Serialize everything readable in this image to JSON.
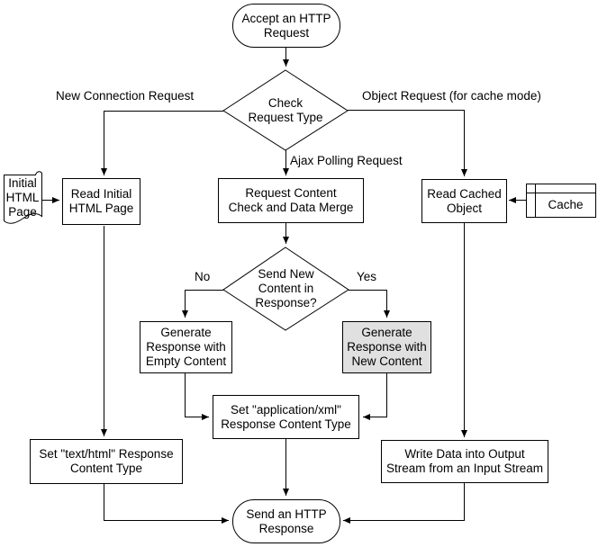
{
  "nodes": {
    "accept": {
      "label": "Accept an HTTP\nRequest",
      "shape": "terminator"
    },
    "check_request_type": {
      "label": "Check\nRequest Type",
      "shape": "decision"
    },
    "initial_html_page": {
      "label": "Initial\nHTML\nPage",
      "shape": "document"
    },
    "read_initial": {
      "label": "Read Initial\nHTML Page",
      "shape": "process"
    },
    "request_content": {
      "label": "Request Content\nCheck and Data Merge",
      "shape": "process"
    },
    "read_cached": {
      "label": "Read Cached\nObject",
      "shape": "process"
    },
    "cache": {
      "label": "Cache",
      "shape": "stored-data"
    },
    "send_new_content": {
      "label": "Send New\nContent in\nResponse?",
      "shape": "decision"
    },
    "generate_empty": {
      "label": "Generate\nResponse with\nEmpty Content",
      "shape": "process"
    },
    "generate_new": {
      "label": "Generate\nResponse with\nNew Content",
      "shape": "process-highlighted"
    },
    "set_xml": {
      "label": "Set \"application/xml\"\nResponse Content Type",
      "shape": "process"
    },
    "set_texthtml": {
      "label": "Set \"text/html\" Response\nContent Type",
      "shape": "process"
    },
    "write_data": {
      "label": "Write Data into Output\nStream from an Input Stream",
      "shape": "process"
    },
    "send_response": {
      "label": "Send an HTTP\nResponse",
      "shape": "terminator"
    }
  },
  "edge_labels": {
    "new_connection": "New Connection Request",
    "object_request": "Object Request (for cache mode)",
    "ajax_polling": "Ajax Polling Request",
    "no": "No",
    "yes": "Yes"
  },
  "colors": {
    "stroke": "#000000",
    "background": "#ffffff",
    "node_fill": "#ffffff",
    "highlight_fill": "#e0e0e0"
  }
}
